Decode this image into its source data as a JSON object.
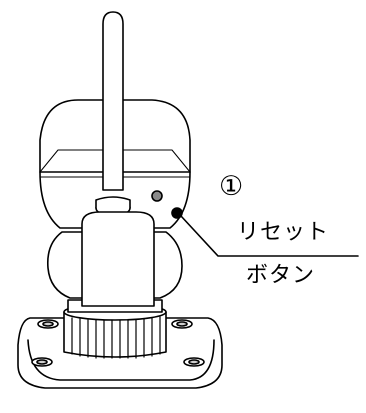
{
  "callout": {
    "number": "①",
    "label_line1": "リセット",
    "label_line2": "ボタン"
  },
  "colors": {
    "stroke": "#000000",
    "fill": "#ffffff",
    "button_fill": "#8a8a8a",
    "reset_dot": "#000000",
    "stand_shade": "#cfcfcf"
  }
}
